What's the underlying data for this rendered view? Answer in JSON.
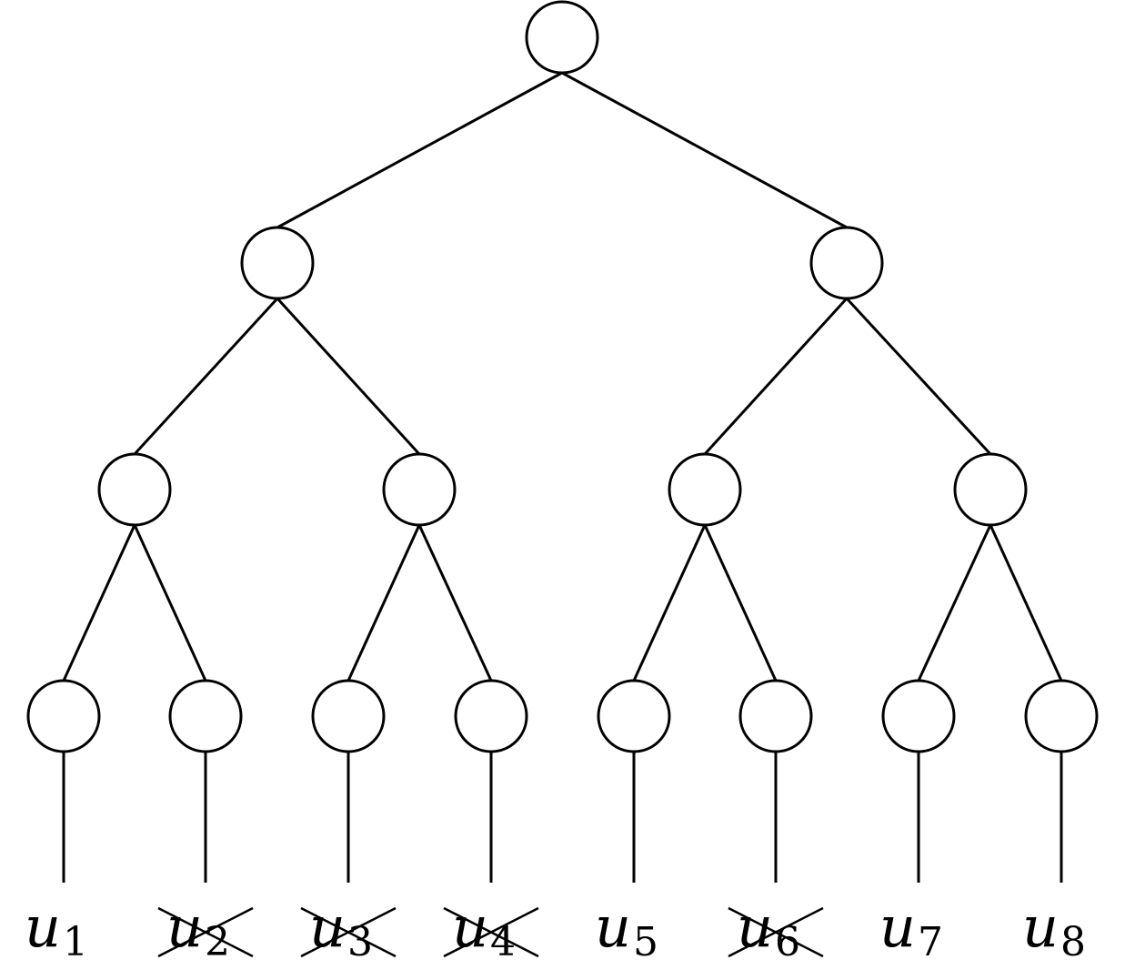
{
  "tree": {
    "leaves": [
      {
        "symbol": "u",
        "index": "1",
        "crossed": false
      },
      {
        "symbol": "u",
        "index": "2",
        "crossed": true
      },
      {
        "symbol": "u",
        "index": "3",
        "crossed": true
      },
      {
        "symbol": "u",
        "index": "4",
        "crossed": true
      },
      {
        "symbol": "u",
        "index": "5",
        "crossed": false
      },
      {
        "symbol": "u",
        "index": "6",
        "crossed": true
      },
      {
        "symbol": "u",
        "index": "7",
        "crossed": false
      },
      {
        "symbol": "u",
        "index": "8",
        "crossed": false
      }
    ]
  }
}
